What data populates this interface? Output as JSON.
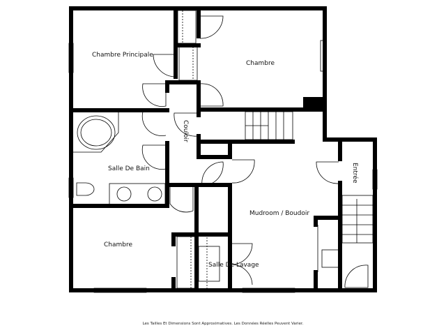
{
  "rooms": {
    "master_bedroom": "Chambre Principale",
    "bedroom_top": "Chambre",
    "corridor": "Couloir",
    "bathroom": "Salle De Bain",
    "entrance": "Entrée",
    "mudroom": "Mudroom / Boudoir",
    "bedroom_bottom": "Chambre",
    "laundry": "Salle De Lavage"
  },
  "footer": {
    "disclaimer": "Les Tailles Et Dimensions Sont Approximatives. Les Données Réelles Peuvent Varier."
  }
}
